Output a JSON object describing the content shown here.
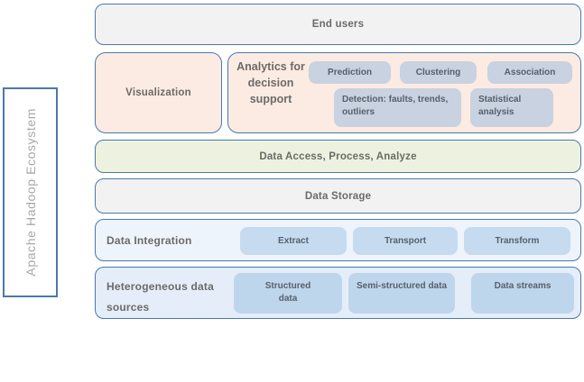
{
  "title": "Apache Hadoop Ecosystem architecture diagram",
  "colors": {
    "border_blue": "#4a79ad",
    "peach": "#fcebe2",
    "light_gray": "#f2f2f2",
    "green": "#edf2e0",
    "integration_bg": "#eef4fb",
    "hetero_bg": "#e4edf8",
    "analytics_chip": "#c8d2e0",
    "integration_chip": "#c6dbf0",
    "hetero_chip": "#bdd6ec",
    "label_text": "#6b6b6b",
    "chip_text": "#57606c",
    "vertical_text": "#a8a8a8"
  },
  "sidebar": {
    "label": "Apache Hadoop Ecosystem"
  },
  "layers": {
    "end_users": {
      "label": "End users"
    },
    "visualization": {
      "label": "Visualization"
    },
    "analytics": {
      "label": "Analytics for\ndecision\nsupport",
      "items": {
        "prediction": "Prediction",
        "clustering": "Clustering",
        "association": "Association",
        "detection": "Detection: faults, trends,\noutliers",
        "statistical": "Statistical\nanalysis"
      }
    },
    "data_access": {
      "label": "Data Access, Process, Analyze"
    },
    "data_storage": {
      "label": "Data Storage"
    },
    "data_integration": {
      "label": "Data Integration",
      "items": [
        "Extract",
        "Transport",
        "Transform"
      ]
    },
    "heterogeneous_sources": {
      "label": "Heterogeneous data\nsources",
      "items": [
        "Structured\ndata",
        "Semi-structured data",
        "Data streams"
      ]
    }
  }
}
